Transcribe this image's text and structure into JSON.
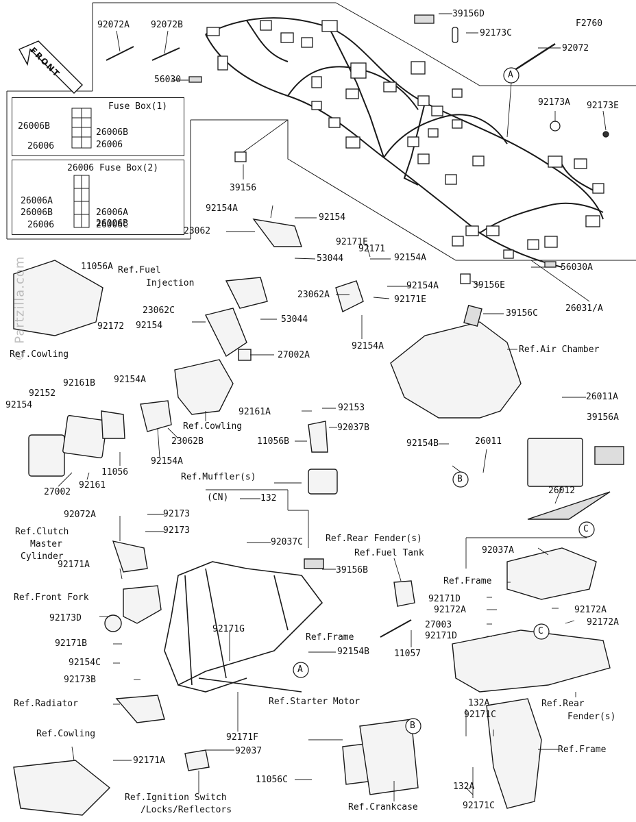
{
  "diagram": {
    "code": "F2760",
    "front_label": "FRONT",
    "watermark": "© Partzilla.com",
    "fuse_box_1": {
      "title": "Fuse Box(1)",
      "labels": [
        "26006B",
        "26006B",
        "26006",
        "26006"
      ]
    },
    "fuse_box_2": {
      "title": "26006  Fuse Box(2)",
      "labels": [
        "26006A",
        "26006A",
        "26006B",
        "26006B",
        "26006",
        "26006C"
      ]
    },
    "parts": [
      "92072A",
      "92072B",
      "39156D",
      "92173C",
      "92072",
      "56030",
      "A",
      "92173A",
      "92173E",
      "39156",
      "92154A",
      "92154",
      "23062",
      "92171E",
      "92154A",
      "92171",
      "11056A",
      "53044",
      "Ref.Fuel",
      "Injection",
      "92154A",
      "23062A",
      "92171E",
      "39156E",
      "56030A",
      "26031/A",
      "92172",
      "Ref.Cowling",
      "23062C",
      "92154",
      "53044",
      "39156C",
      "92154A",
      "27002A",
      "Ref.Air Chamber",
      "92161B",
      "92154A",
      "92152",
      "92154",
      "Ref.Cowling",
      "92161A",
      "92153",
      "26011A",
      "92037B",
      "39156A",
      "11056B",
      "92154B",
      "26011",
      "23062B",
      "11056",
      "92154A",
      "B",
      "Ref.Muffler(s)",
      "27002",
      "92161",
      "26012",
      "(CN)",
      "132",
      "92072A",
      "92173",
      "92173",
      "92037C",
      "Ref.Clutch",
      "Master",
      "Cylinder",
      "C",
      "Ref.Rear Fender(s)",
      "Ref.Fuel Tank",
      "92037A",
      "39156B",
      "92171A",
      "Ref.Frame",
      "Ref.Front Fork",
      "92172A",
      "92171D",
      "92172A",
      "27003",
      "92173D",
      "92171G",
      "92172A",
      "92171D",
      "Ref.Frame",
      "92171B",
      "C",
      "92154C",
      "A",
      "92154B",
      "11057",
      "92173B",
      "Ref.Radiator",
      "Ref.Rear",
      "Fender(s)",
      "92171F",
      "132A",
      "Ref.Starter Motor",
      "B",
      "92171C",
      "Ref.Cowling",
      "92171A",
      "92037",
      "Ref.Frame",
      "11056C",
      "132A",
      "Ref.Ignition Switch",
      "/Locks/Reflectors",
      "Ref.Crankcase",
      "92171C"
    ]
  }
}
